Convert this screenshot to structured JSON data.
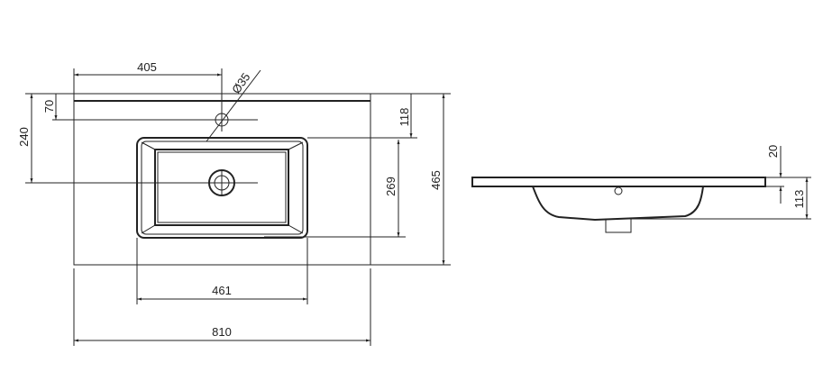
{
  "plan_view": {
    "dim_tap_offset": "405",
    "dim_tap_diameter": "Ø35",
    "dim_tap_depth": "70",
    "dim_drain_depth": "240",
    "dim_basin_top": "118",
    "dim_basin_depth": "269",
    "dim_total_depth": "465",
    "dim_basin_width": "461",
    "dim_total_width": "810"
  },
  "side_view": {
    "dim_slab_thickness": "20",
    "dim_total_height": "113"
  },
  "colors": {
    "line": "#222222",
    "background": "#ffffff"
  }
}
